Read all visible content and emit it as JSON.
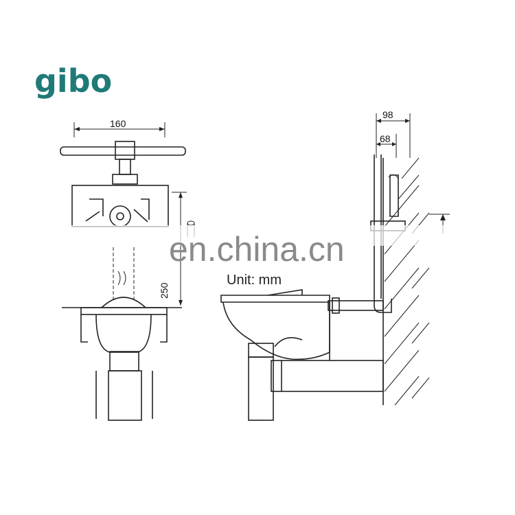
{
  "logo": {
    "text": "gibo",
    "color": "#1f7a78"
  },
  "front_view": {
    "width_dimension": "160",
    "height_dimension": "250"
  },
  "side_view": {
    "outer_offset_dimension": "98",
    "inner_offset_dimension": "68"
  },
  "unit_label": "Unit: mm",
  "watermark": "en.china.cn"
}
